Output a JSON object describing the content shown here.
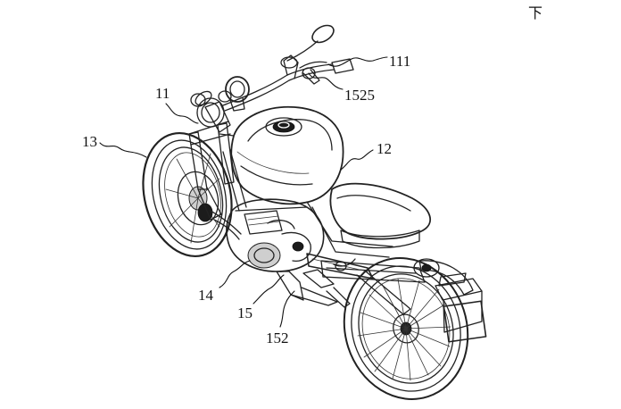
{
  "corner_mark": "下",
  "labels": {
    "l111": "111",
    "l1525": "1525",
    "l11": "11",
    "l12": "12",
    "l13": "13",
    "l14": "14",
    "l15": "15",
    "l152": "152"
  }
}
